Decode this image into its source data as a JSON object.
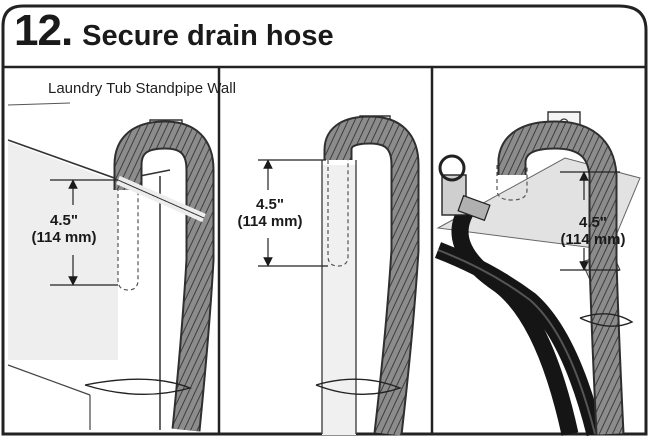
{
  "title": {
    "step_number": "12.",
    "step_text": "Secure drain hose"
  },
  "panels": [
    {
      "label": "Laundry Tub Standpipe Wall",
      "measure_in": "4.5\"",
      "measure_mm": "(114 mm)"
    },
    {
      "measure_in": "4.5\"",
      "measure_mm": "(114 mm)"
    },
    {
      "measure_in": "4.5\"",
      "measure_mm": "(114 mm)"
    }
  ],
  "colors": {
    "frame": "#222222",
    "hose": "#7a7a7a",
    "hose_dark": "#3a3a3a",
    "water_hose": "#151515",
    "shading": "#e4e4e4"
  }
}
